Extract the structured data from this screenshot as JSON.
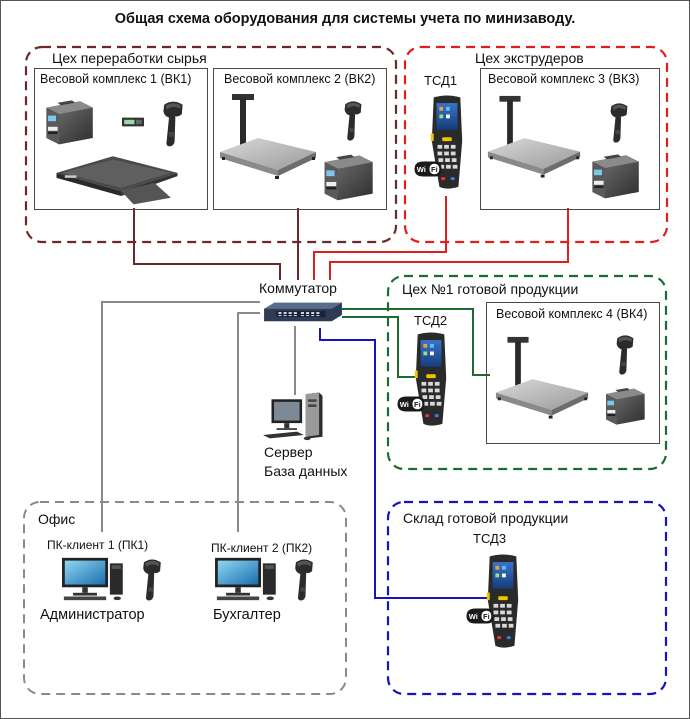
{
  "title": "Общая схема оборудования для системы учета по минизаводу.",
  "colors": {
    "raw_processing": "#6b2a2a",
    "extruders": "#e01e1e",
    "finished_workshop": "#1e6b32",
    "warehouse": "#1515c0",
    "office": "#8a8a8a"
  },
  "zones": {
    "raw_processing": {
      "label": "Цех переработки сырья",
      "stations": [
        {
          "label": "Весовой комплекс 1 (ВК1)",
          "devices": [
            "label-printer-icon",
            "weight-terminal-icon",
            "barcode-scanner-icon",
            "floor-scale-icon"
          ]
        },
        {
          "label": "Весовой комплекс 2 (ВК2)",
          "devices": [
            "platform-scale-icon",
            "barcode-scanner-icon",
            "label-printer-icon"
          ]
        }
      ]
    },
    "extruders": {
      "label": "Цех экструдеров",
      "terminal": {
        "label": "ТСД1",
        "badge": "Wi Fi"
      },
      "stations": [
        {
          "label": "Весовой комплекс 3 (ВК3)",
          "devices": [
            "platform-scale-icon",
            "barcode-scanner-icon",
            "label-printer-icon"
          ]
        }
      ]
    },
    "finished_workshop": {
      "label": "Цех №1 готовой продукции",
      "terminal": {
        "label": "ТСД2",
        "badge": "Wi Fi"
      },
      "stations": [
        {
          "label": "Весовой комплекс 4 (ВК4)",
          "devices": [
            "platform-scale-icon",
            "barcode-scanner-icon",
            "desktop-printer-icon"
          ]
        }
      ]
    },
    "warehouse": {
      "label": "Склад готовой продукции",
      "terminal": {
        "label": "ТСД3",
        "badge": "Wi Fi"
      }
    },
    "office": {
      "label": "Офис",
      "clients": [
        {
          "label": "ПК-клиент 1 (ПК1)",
          "user": "Администратор"
        },
        {
          "label": "ПК-клиент 2 (ПК2)",
          "user": "Бухгалтер"
        }
      ]
    }
  },
  "network": {
    "switch_label": "Коммутатор",
    "server_label_1": "Сервер",
    "server_label_2": "База данных"
  }
}
